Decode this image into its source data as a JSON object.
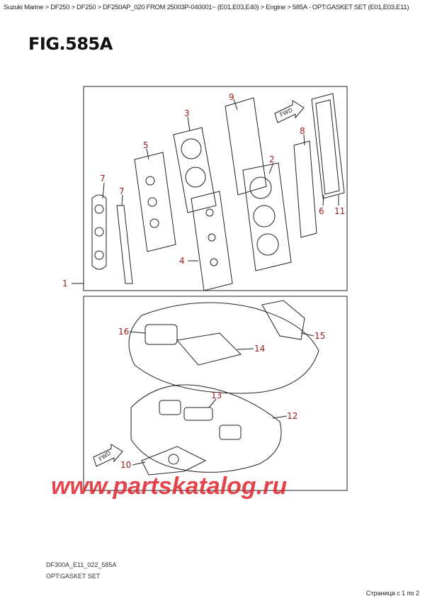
{
  "breadcrumb": "Suzuki Marine > DF250 > DF250 > DF250AP_020 FROM 25003P-040001~ (E01,E03,E40) > Engine > 585A - OPT:GASKET SET (E01,E03,E11)",
  "figure_title": "FIG.585A",
  "callouts": [
    "1",
    "2",
    "3",
    "4",
    "5",
    "6",
    "7",
    "7",
    "8",
    "9",
    "10",
    "11",
    "12",
    "13",
    "14",
    "15",
    "16"
  ],
  "fwd_label": "FWD",
  "drawing_code": "DF300A_E11_022_585A",
  "caption": "OPT:GASKET SET",
  "page_indicator": "Страница с 1 по 2",
  "watermark": "www.partskatalog.ru",
  "colors": {
    "callout": "#9a1c1c",
    "watermark": "#e0242c"
  }
}
